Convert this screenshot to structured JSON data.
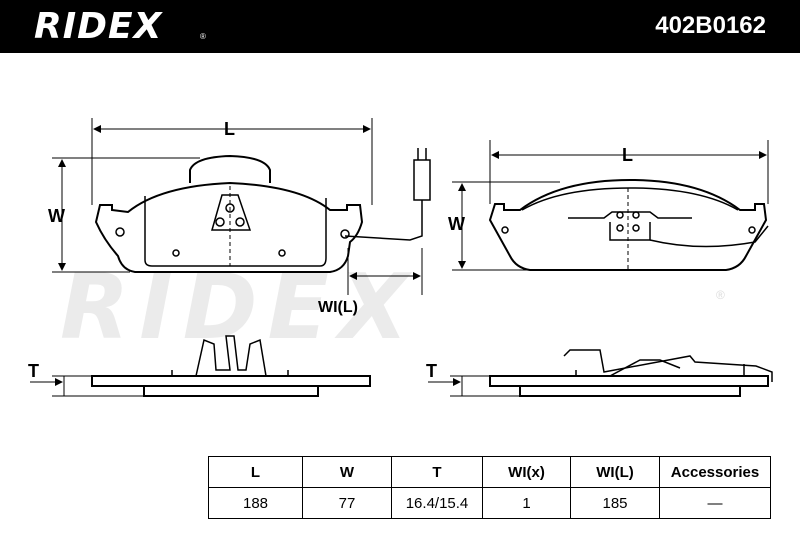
{
  "header": {
    "brand": "RIDEX",
    "brand_mark": "®",
    "part_number": "402B0162"
  },
  "watermark": {
    "text": "RIDEX",
    "mark": "®"
  },
  "drawing": {
    "front_length_label": "L",
    "front_width_label": "W",
    "wear_indicator_label": "WI(L)",
    "rear_length_label": "L",
    "rear_width_label": "W",
    "front_thickness_label": "T",
    "rear_thickness_label": "T"
  },
  "table": {
    "headers": [
      "L",
      "W",
      "T",
      "WI(x)",
      "WI(L)",
      "Accessories"
    ],
    "values": [
      "188",
      "77",
      "16.4/15.4",
      "1",
      "185",
      "—"
    ]
  }
}
